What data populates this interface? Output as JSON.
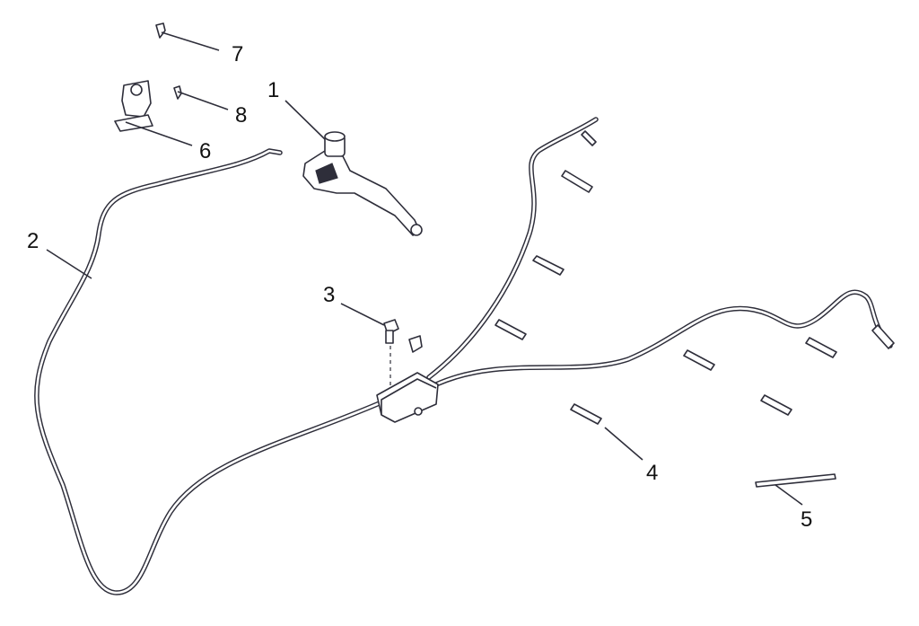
{
  "diagram": {
    "callouts": [
      {
        "id": "c1",
        "label": "1"
      },
      {
        "id": "c2",
        "label": "2"
      },
      {
        "id": "c3",
        "label": "3"
      },
      {
        "id": "c4",
        "label": "4"
      },
      {
        "id": "c5",
        "label": "5"
      },
      {
        "id": "c6",
        "label": "6"
      },
      {
        "id": "c7",
        "label": "7"
      },
      {
        "id": "c8",
        "label": "8"
      }
    ],
    "colors": {
      "line": "#2e2e3a",
      "background": "#ffffff"
    }
  }
}
